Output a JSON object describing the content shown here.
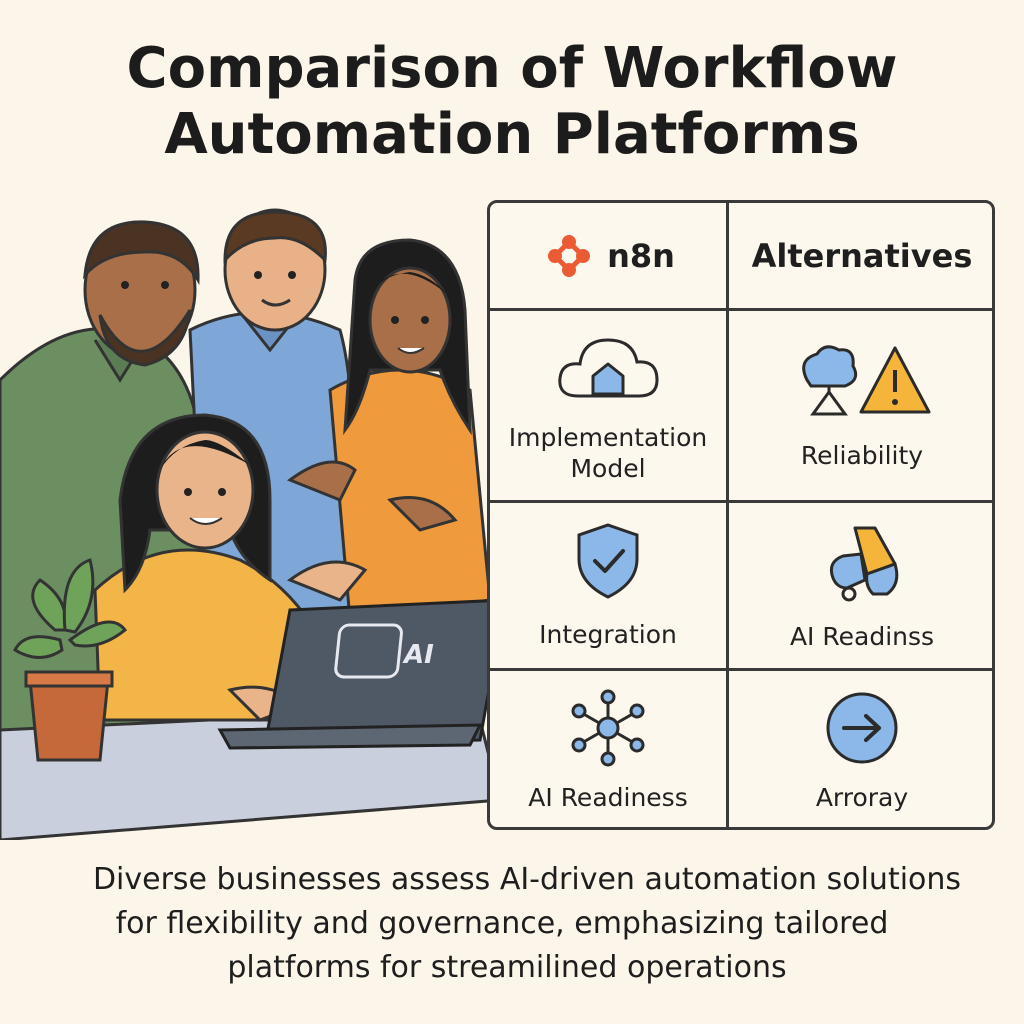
{
  "title": {
    "line1": "Comparison of Workflow",
    "line2": "Automation Platforms"
  },
  "laptop_label": "AI",
  "table": {
    "header_left": "n8n",
    "header_right": "Alternatives",
    "rows": [
      {
        "left": {
          "label_line1": "Implementation",
          "label_line2": "Model",
          "icon": "cloud-icon"
        },
        "right": {
          "label": "Reliability",
          "icon": "tree-warning-icon"
        }
      },
      {
        "left": {
          "label": "Integration",
          "icon": "shield-check-icon"
        },
        "right": {
          "label": "AI Readinss",
          "icon": "puzzle-shapes-icon"
        }
      },
      {
        "left": {
          "label": "AI Readiness",
          "icon": "network-nodes-icon"
        },
        "right": {
          "label": "Arroray",
          "icon": "arrow-circle-icon"
        }
      }
    ]
  },
  "caption": {
    "line1": "Diverse businesses assess AI-driven automation solutions",
    "line2": "for flexibility and governance, emphasizing tailored",
    "line3": "platforms for streamilined operations"
  },
  "colors": {
    "background": "#fcf6ea",
    "n8n_brand": "#ea5a33",
    "icon_blue": "#8bb8e8",
    "warning_yellow": "#f5b53a",
    "green_shirt": "#6c8f62",
    "blue_shirt": "#7ea6d6",
    "orange_shirt": "#ef9a3c",
    "yellow_shirt": "#f3b448"
  }
}
